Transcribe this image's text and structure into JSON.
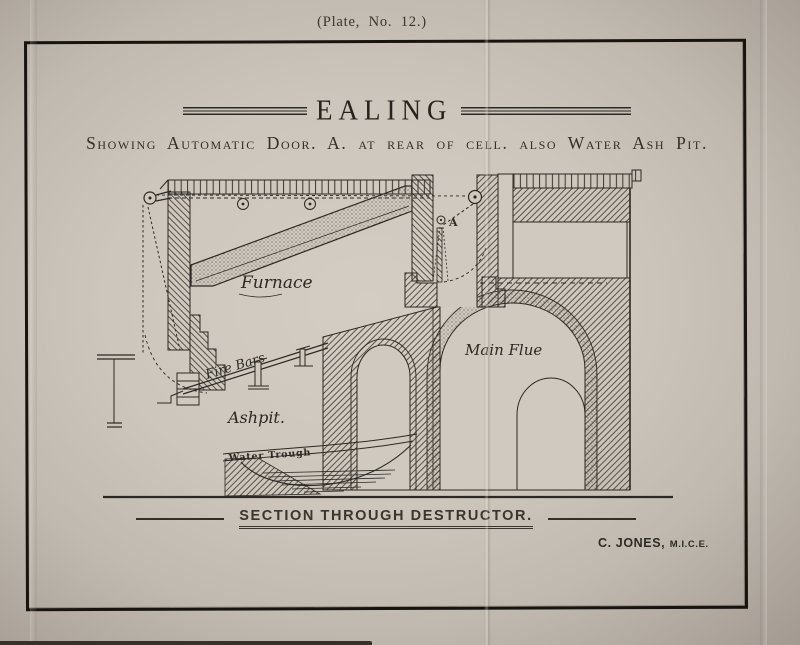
{
  "page": {
    "plate_note": "(Plate, No. 12.)",
    "title": "EALING",
    "subtitle": "Showing Automatic Door. A. at rear of cell. also Water Ash Pit.",
    "caption": "SECTION THROUGH DESTRUCTOR.",
    "signature_name": "C. JONES,",
    "signature_title": "M.I.C.E."
  },
  "drawing": {
    "labels": {
      "furnace": "Furnace",
      "fire_bars": "Fire Bars",
      "ashpit": "Ashpit.",
      "water_trough": "Water Trough",
      "main_flue": "Main Flue",
      "door_a": "A"
    }
  },
  "colors": {
    "paper": "#cfc9bf",
    "margin_paper": "#b2aba2",
    "ink": "#2c2823",
    "frame": "#17130f"
  }
}
